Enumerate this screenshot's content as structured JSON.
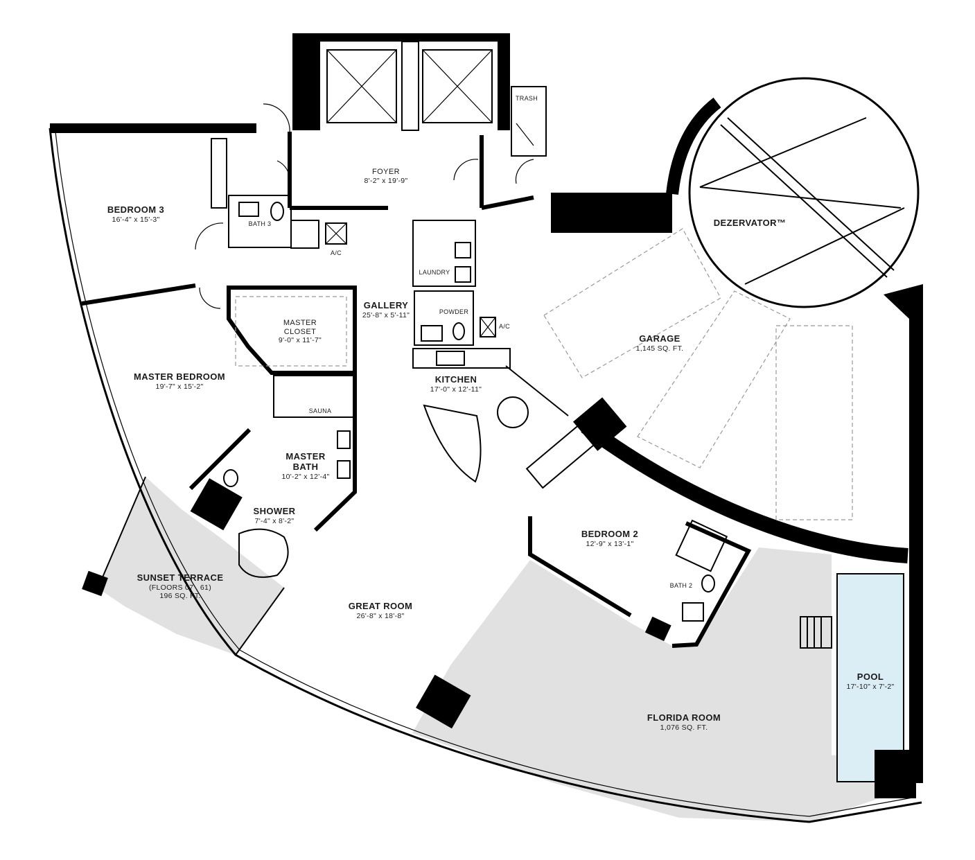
{
  "rooms": [
    {
      "key": "foyer",
      "name": "FOYER",
      "dims": "8'-2\" x 19'-9\""
    },
    {
      "key": "bedroom3",
      "name": "BEDROOM 3",
      "dims": "16'-4\" x 15'-3\""
    },
    {
      "key": "bath3",
      "name": "BATH 3",
      "dims": ""
    },
    {
      "key": "ac1",
      "name": "A/C",
      "dims": ""
    },
    {
      "key": "laundry",
      "name": "LAUNDRY",
      "dims": ""
    },
    {
      "key": "trash",
      "name": "TRASH",
      "dims": ""
    },
    {
      "key": "dezervator",
      "name": "DEZERVATOR™",
      "dims": ""
    },
    {
      "key": "gallery",
      "name": "GALLERY",
      "dims": "25'-8\" x 5'-11\""
    },
    {
      "key": "powder",
      "name": "POWDER",
      "dims": ""
    },
    {
      "key": "ac2",
      "name": "A/C",
      "dims": ""
    },
    {
      "key": "masterCloset",
      "name": "MASTER\nCLOSET",
      "dims": "9'-0\" x 11'-7\""
    },
    {
      "key": "garage",
      "name": "GARAGE",
      "dims": "1,145 SQ. FT."
    },
    {
      "key": "masterBedroom",
      "name": "MASTER BEDROOM",
      "dims": "19'-7\" x 15'-2\""
    },
    {
      "key": "kitchen",
      "name": "KITCHEN",
      "dims": "17'-0\" x 12'-11\""
    },
    {
      "key": "sauna",
      "name": "SAUNA",
      "dims": ""
    },
    {
      "key": "masterBath",
      "name": "MASTER\nBATH",
      "dims": "10'-2\" x 12'-4\""
    },
    {
      "key": "shower",
      "name": "SHOWER",
      "dims": "7'-4\" x 8'-2\""
    },
    {
      "key": "bedroom2",
      "name": "BEDROOM 2",
      "dims": "12'-9\" x 13'-1\""
    },
    {
      "key": "bath2",
      "name": "BATH 2",
      "dims": ""
    },
    {
      "key": "sunsetTerrace",
      "name": "SUNSET TERRACE",
      "dims": "(FLOORS 07 , 61)\n196 SQ. FT."
    },
    {
      "key": "greatRoom",
      "name": "GREAT ROOM",
      "dims": "26'-8\" x 18'-8\""
    },
    {
      "key": "pool",
      "name": "POOL",
      "dims": "17'-10\" x 7'-2\""
    },
    {
      "key": "floridaRoom",
      "name": "FLORIDA ROOM",
      "dims": "1,076 SQ. FT."
    }
  ],
  "colors": {
    "wall": "#000000",
    "terrace": "#e1e1e1",
    "pool": "#dbedf5",
    "garage_outline": "#999999"
  }
}
